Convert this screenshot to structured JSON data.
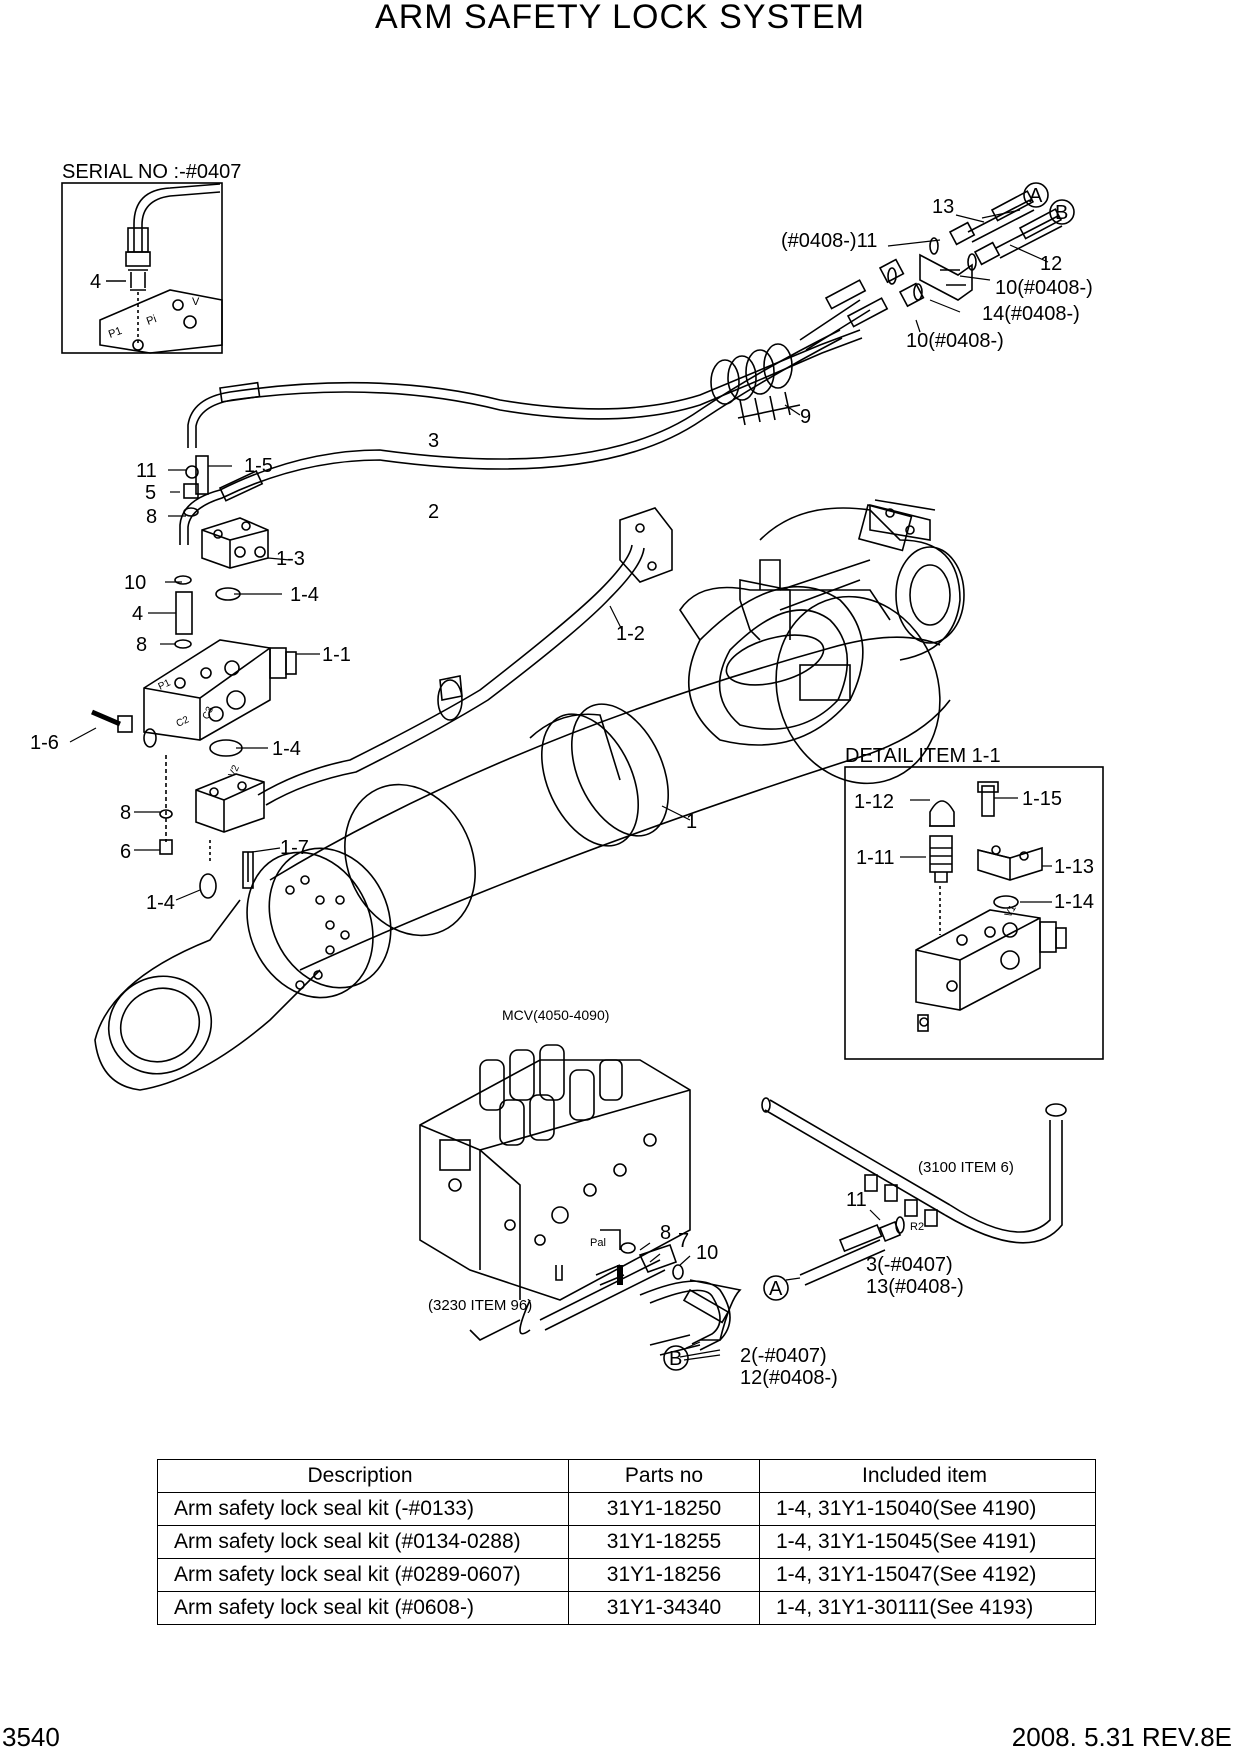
{
  "title": "ARM SAFETY LOCK SYSTEM",
  "inset": {
    "label": "SERIAL NO :-#0407"
  },
  "detail": {
    "label": "DETAIL ITEM 1-1"
  },
  "port_labels": {
    "p1": "P1",
    "pi": "Pi",
    "v": "V",
    "c2": "C2",
    "c3": "C3",
    "v2": "V2",
    "v1": "V1",
    "r2": "R2",
    "pal": "Pal"
  },
  "callouts": {
    "c13": "13",
    "cA_top": "A",
    "cB_top": "B",
    "c0408_11": "(#0408-)11",
    "c12": "12",
    "c10_a": "10(#0408-)",
    "c14": "14(#0408-)",
    "c10_b": "10(#0408-)",
    "c9": "9",
    "c3": "3",
    "c2": "2",
    "c11": "11",
    "c1_5": "1-5",
    "c5": "5",
    "c8_a": "8",
    "c1_3": "1-3",
    "c10": "10",
    "c1_4_a": "1-4",
    "c4": "4",
    "c8_b": "8",
    "c1_1": "1-1",
    "c1_2": "1-2",
    "c1_6": "1-6",
    "c1_4_b": "1-4",
    "c8_c": "8",
    "c6": "6",
    "c1_7": "1-7",
    "c1_4_c": "1-4",
    "c1": "1",
    "c4_inset": "4",
    "d1_12": "1-12",
    "d1_15": "1-15",
    "d1_11": "1-11",
    "d1_13": "1-13",
    "d1_14": "1-14",
    "mcv": "MCV(4050-4090)",
    "ref3100": "(3100 ITEM 6)",
    "c11_b": "11",
    "c8_d": "8",
    "c7": "7",
    "c10_d": "10",
    "ref3230": "(3230 ITEM 96)",
    "cA_bot": "A",
    "c3_b": "3(-#0407)",
    "c13_b": "13(#0408-)",
    "cB_bot": "B",
    "c2_b": "2(-#0407)",
    "c12_b": "12(#0408-)"
  },
  "table": {
    "headers": [
      "Description",
      "Parts no",
      "Included item"
    ],
    "rows": [
      {
        "description": "Arm safety lock seal kit (-#0133)",
        "parts_no": "31Y1-18250",
        "included": "1-4, 31Y1-15040(See 4190)"
      },
      {
        "description": "Arm safety lock seal kit (#0134-0288)",
        "parts_no": "31Y1-18255",
        "included": "1-4, 31Y1-15045(See 4191)"
      },
      {
        "description": "Arm safety lock seal kit (#0289-0607)",
        "parts_no": "31Y1-18256",
        "included": "1-4, 31Y1-15047(See 4192)"
      },
      {
        "description": "Arm safety lock seal kit (#0608-)",
        "parts_no": "31Y1-34340",
        "included": "1-4, 31Y1-30111(See 4193)"
      }
    ]
  },
  "footer": {
    "page": "3540",
    "revision": "2008. 5.31  REV.8E"
  }
}
